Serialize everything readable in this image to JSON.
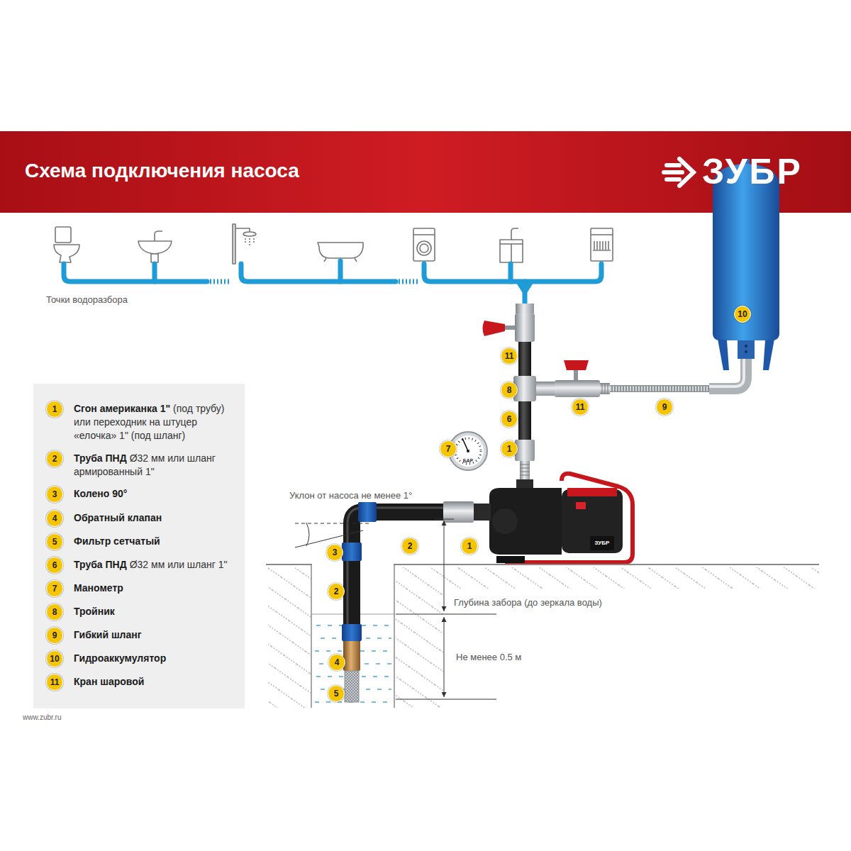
{
  "diagram": {
    "title": "Схема подключения насоса",
    "labels": [
      "ЗУБР",
      "Точки водоразбора",
      "10",
      "11",
      "8",
      "11",
      "9",
      "6",
      "7",
      "1",
      "БАР",
      "ЗУБР",
      "Уклон от насоса не менее 1°",
      "3",
      "2",
      "1",
      "2",
      "Глубина забора (до зеркала воды)",
      "4",
      "5",
      "Не менее 0.5 м",
      "1",
      "Сгон американка 1\"",
      "(под трубу) или переходник на штуцер «елочка» 1\" (под шланг)",
      "2",
      "Труба ПНД",
      "Ø32 мм или шланг армированный 1\"",
      "3",
      "Колено 90°",
      "4",
      "Обратный клапан",
      "5",
      "Фильтр сетчатый",
      "6",
      "Труба ПНД",
      "Ø32 мм или шланг 1\"",
      "7",
      "Манометр",
      "8",
      "Тройник",
      "9",
      "Гибкий шланг",
      "10",
      "Гидроаккумулятор",
      "11",
      "Кран шаровой",
      "www.zubr.ru"
    ]
  }
}
